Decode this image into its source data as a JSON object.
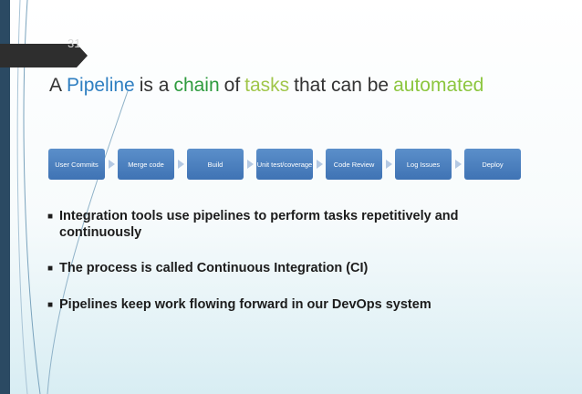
{
  "slide": {
    "number": "31",
    "title_words": [
      {
        "text": "A",
        "color": "#333333"
      },
      {
        "text": "Pipeline",
        "color": "#2f7fc1"
      },
      {
        "text": "is a",
        "color": "#333333"
      },
      {
        "text": "chain",
        "color": "#2e9b3e"
      },
      {
        "text": "of",
        "color": "#333333"
      },
      {
        "text": "tasks",
        "color": "#a0c64a"
      },
      {
        "text": "that can be",
        "color": "#333333"
      },
      {
        "text": "automated",
        "color": "#8cc63f"
      }
    ]
  },
  "pipeline": {
    "steps": [
      "User Commits",
      "Merge code",
      "Build",
      "Unit test/coverage",
      "Code Review",
      "Log Issues",
      "Deploy"
    ],
    "step_color": "#4a7fc1",
    "arrow_color": "#b4c9e3"
  },
  "bullets": {
    "mark": "■",
    "items": [
      "Integration tools use pipelines to perform tasks repetitively and continuously",
      "The process is called Continuous Integration (CI)",
      "Pipelines keep work flowing forward in our DevOps system"
    ]
  }
}
